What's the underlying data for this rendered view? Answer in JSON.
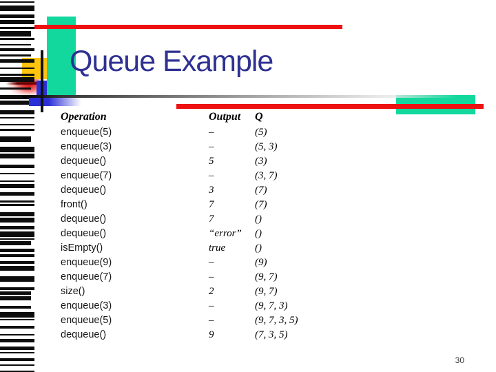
{
  "slide": {
    "title": "Queue Example",
    "page_number": "30"
  },
  "table": {
    "headers": [
      "Operation",
      "Output",
      "Q"
    ],
    "rows": [
      {
        "operation": "enqueue(5)",
        "output": "–",
        "q": "(5)"
      },
      {
        "operation": "enqueue(3)",
        "output": "–",
        "q": "(5, 3)"
      },
      {
        "operation": "dequeue()",
        "output": "5",
        "q": "(3)"
      },
      {
        "operation": "enqueue(7)",
        "output": "–",
        "q": "(3, 7)"
      },
      {
        "operation": "dequeue()",
        "output": "3",
        "q": "(7)"
      },
      {
        "operation": "front()",
        "output": "7",
        "q": "(7)"
      },
      {
        "operation": "dequeue()",
        "output": "7",
        "q": "()"
      },
      {
        "operation": "dequeue()",
        "output": "“error”",
        "q": "()"
      },
      {
        "operation": "isEmpty()",
        "output": "true",
        "q": "()"
      },
      {
        "operation": "enqueue(9)",
        "output": "–",
        "q": "(9)"
      },
      {
        "operation": "enqueue(7)",
        "output": "–",
        "q": "(9, 7)"
      },
      {
        "operation": "size()",
        "output": "2",
        "q": "(9, 7)"
      },
      {
        "operation": "enqueue(3)",
        "output": "–",
        "q": "(9, 7, 3)"
      },
      {
        "operation": "enqueue(5)",
        "output": "–",
        "q": "(9, 7, 3, 5)"
      },
      {
        "operation": "dequeue()",
        "output": "9",
        "q": "(7, 3, 5)"
      }
    ]
  },
  "colors": {
    "teal": "#12d89e",
    "red": "#ee1111",
    "blue": "#2b2fd6",
    "yellow": "#ffc40e",
    "title_text": "#2e3192"
  }
}
